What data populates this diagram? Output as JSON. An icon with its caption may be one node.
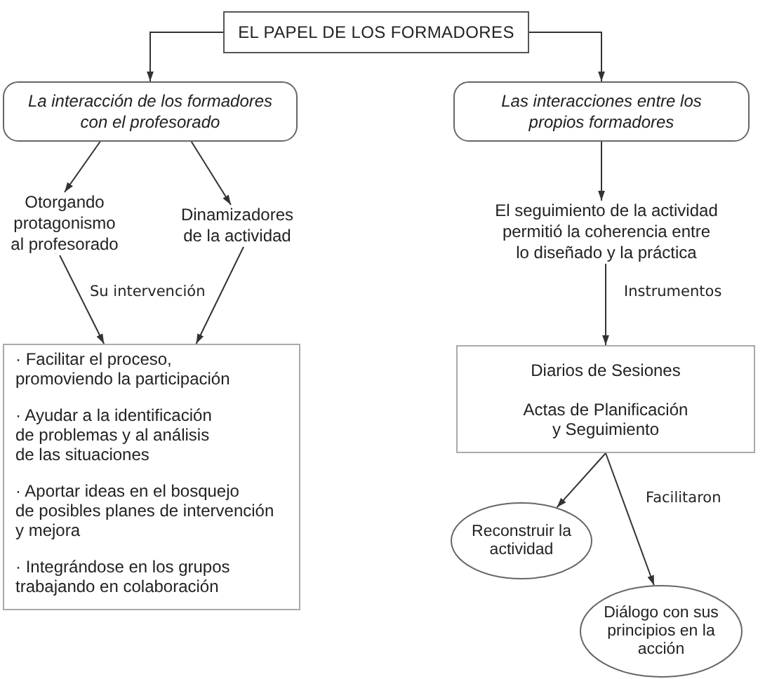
{
  "diagram": {
    "nodes": [
      {
        "text": [
          "EL PAPEL DE LOS FORMADORES"
        ]
      },
      {
        "text": [
          "La interacción de los formadores con el profesorado"
        ]
      },
      {
        "text": [
          "Las interacciones entre los propios formadores"
        ]
      },
      {
        "text": [
          "Otorgando protagonismo al profesorado"
        ]
      },
      {
        "text": [
          "Dinamizadores de la actividad"
        ]
      },
      {
        "text": [
          "· Facilitar el proceso, promoviendo la participación",
          "· Ayudar a la identificación de problemas y al análisis de las situaciones",
          "· Aportar ideas en el bosquejo de posibles planes de intervención y mejora",
          "· Integrándose en los grupos trabajando en colaboración"
        ]
      },
      {
        "text": [
          "El seguimiento de la actividad permitió la coherencia entre lo diseñado y la práctica"
        ]
      },
      {
        "text": [
          "Diarios de Sesiones",
          "Actas de Planificación y Seguimiento"
        ]
      },
      {
        "text": [
          "Reconstruir la actividad"
        ]
      },
      {
        "text": [
          "Diálogo con sus principios en la acción"
        ]
      }
    ],
    "edges": [
      {
        "from": 0,
        "to": 1,
        "arrow": "to"
      },
      {
        "from": 0,
        "to": 2,
        "arrow": "to"
      },
      {
        "from": 1,
        "to": 3,
        "arrow": "to"
      },
      {
        "from": 1,
        "to": 4,
        "arrow": "to"
      },
      {
        "from": 3,
        "to": 5,
        "arrow": "to"
      },
      {
        "from": 4,
        "to": 5,
        "arrow": "to"
      },
      {
        "from": 2,
        "to": 6,
        "arrow": "to"
      },
      {
        "from": 6,
        "to": 7,
        "arrow": "to",
        "label": "Instrumentos"
      },
      {
        "from": 7,
        "to": 8,
        "arrow": "to"
      },
      {
        "from": 7,
        "to": 9,
        "arrow": "to"
      }
    ],
    "labels": [
      "Su intervención",
      "Facilitaron"
    ]
  }
}
